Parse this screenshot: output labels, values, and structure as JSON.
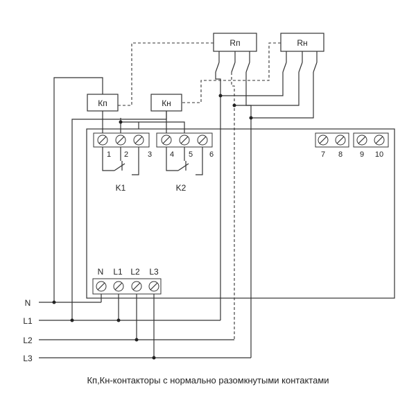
{
  "relays": {
    "rp": "Rп",
    "rn": "Rн"
  },
  "contactors": {
    "kp": "Кп",
    "kn": "Кн"
  },
  "contacts": {
    "k1": "K1",
    "k2": "K2"
  },
  "terminals": {
    "t1": "1",
    "t2": "2",
    "t3": "3",
    "t4": "4",
    "t5": "5",
    "t6": "6",
    "t7": "7",
    "t8": "8",
    "t9": "9",
    "t10": "10"
  },
  "power_terminals": {
    "n": "N",
    "l1": "L1",
    "l2": "L2",
    "l3": "L3"
  },
  "lines": {
    "n": "N",
    "l1": "L1",
    "l2": "L2",
    "l3": "L3"
  },
  "caption": "Кп,Кн-контакторы с нормально разомкнутыми контактами"
}
